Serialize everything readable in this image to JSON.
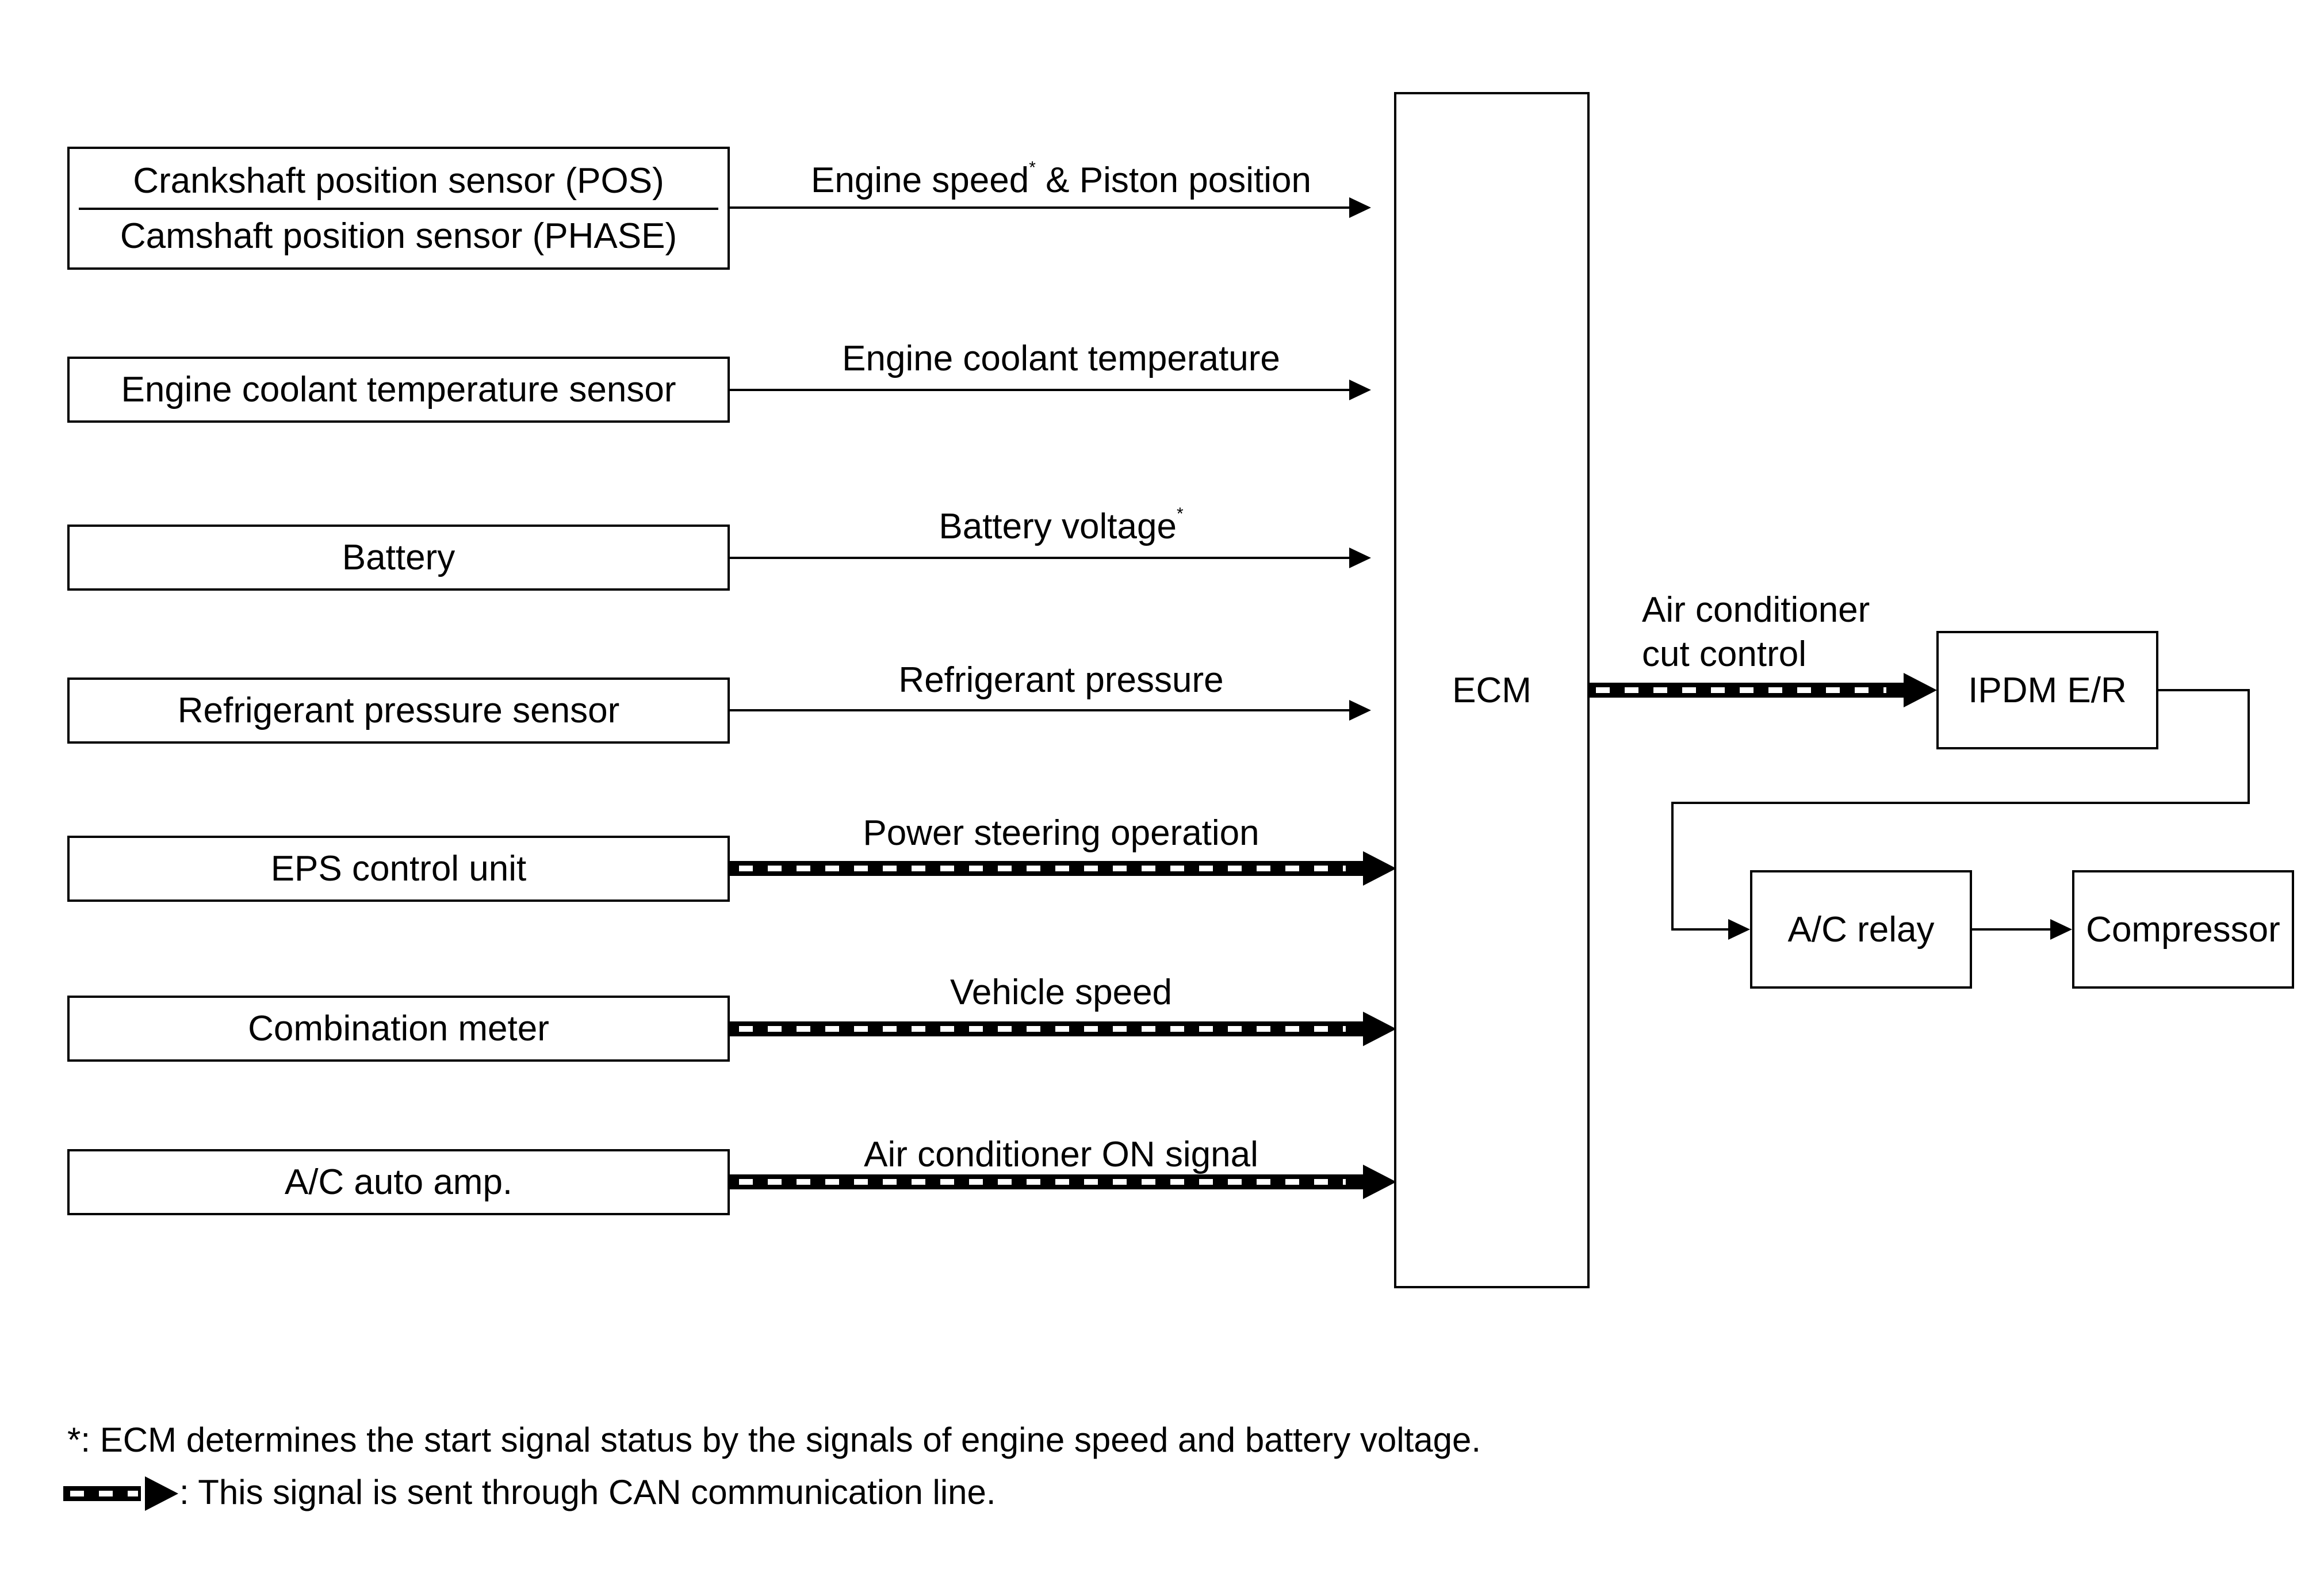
{
  "sensors": {
    "crankshaft": "Crankshaft position sensor (POS)",
    "camshaft": "Camshaft position sensor (PHASE)",
    "coolant": "Engine coolant temperature sensor",
    "battery": "Battery",
    "refrigerant": "Refrigerant pressure sensor",
    "eps": "EPS control unit",
    "combination_meter": "Combination meter",
    "ac_auto_amp": "A/C auto amp."
  },
  "signals": {
    "engine_speed": "Engine speed",
    "engine_speed_mark": "*",
    "engine_speed_suffix": " & Piston position",
    "coolant_temp": "Engine coolant temperature",
    "battery_voltage": "Battery voltage",
    "battery_voltage_mark": "*",
    "refrigerant_pressure": "Refrigerant pressure",
    "power_steering": "Power steering operation",
    "vehicle_speed": "Vehicle speed",
    "ac_on_signal": "Air conditioner ON signal",
    "ac_cut_line1": "Air conditioner",
    "ac_cut_line2": "cut control"
  },
  "units": {
    "ecm": "ECM",
    "ipdm": "IPDM E/R",
    "ac_relay": "A/C relay",
    "compressor": "Compressor"
  },
  "notes": {
    "asterisk": "*: ECM determines the start signal status by the signals of engine speed and battery voltage.",
    "can": ": This signal is sent through CAN communication line."
  }
}
